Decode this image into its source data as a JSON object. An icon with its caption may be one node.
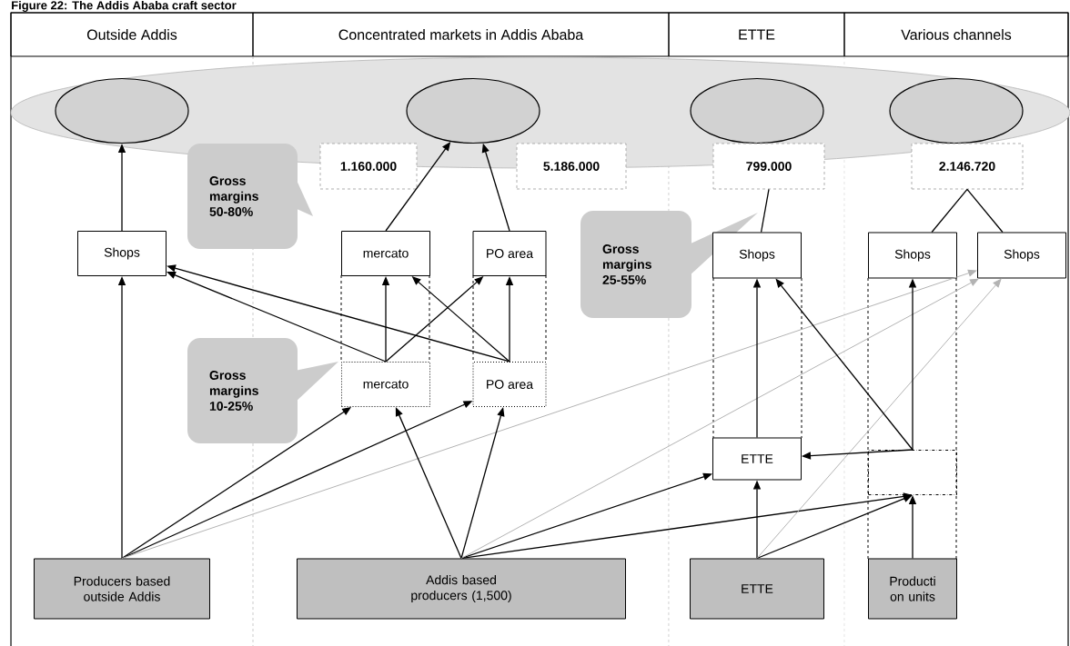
{
  "diagram": {
    "title": "Figure 22: The Addis Ababa craft sector",
    "nodes": [
      {
        "text": [],
        "shape": "ellipse"
      },
      {
        "text": [],
        "shape": "ellipse",
        "in": 0
      },
      {
        "text": [],
        "shape": "ellipse",
        "in": 0
      },
      {
        "text": [],
        "shape": "ellipse",
        "in": 0
      },
      {
        "text": [],
        "shape": "ellipse",
        "in": 0
      },
      {
        "text": [
          "1.160.000"
        ]
      },
      {
        "text": [
          "5.186.000"
        ]
      },
      {
        "text": [
          "799.000"
        ]
      },
      {
        "text": [
          "2.146.720"
        ]
      },
      {
        "text": [
          "Gross margins 50-80%"
        ]
      },
      {
        "text": [
          "Shops"
        ]
      },
      {
        "text": [
          "mercato"
        ]
      },
      {
        "text": [
          "PO area"
        ]
      },
      {
        "text": [
          "Gross margins 25-55%"
        ]
      },
      {
        "text": [
          "Shops"
        ]
      },
      {
        "text": [
          "Shops"
        ]
      },
      {
        "text": [
          "Shops"
        ]
      },
      {
        "text": [
          "Gross margins 10-25%"
        ]
      },
      {
        "text": [
          "mercato"
        ]
      },
      {
        "text": [
          "PO area"
        ]
      },
      {
        "text": [
          "ETTE"
        ]
      },
      {
        "text": [],
        "shape": "box"
      },
      {
        "text": [
          "Producers based outside Addis"
        ]
      },
      {
        "text": [
          "Addis based producers (1,500)"
        ]
      },
      {
        "text": [
          "ETTE"
        ]
      },
      {
        "text": [
          "Producti on units"
        ]
      }
    ],
    "edges": [
      {
        "from": 10,
        "to": 1,
        "arrow": "to"
      },
      {
        "from": 11,
        "to": 2,
        "arrow": "to"
      },
      {
        "from": 12,
        "to": 2,
        "arrow": "to"
      },
      {
        "from": 7,
        "to": 14,
        "arrow": "none"
      },
      {
        "from": 8,
        "to": 15,
        "arrow": "none"
      },
      {
        "from": 8,
        "to": 16,
        "arrow": "none"
      },
      {
        "from": 22,
        "to": 10,
        "arrow": "to"
      },
      {
        "from": 18,
        "to": 10,
        "arrow": "to"
      },
      {
        "from": 19,
        "to": 10,
        "arrow": "to"
      },
      {
        "from": 18,
        "to": 11,
        "arrow": "to"
      },
      {
        "from": 18,
        "to": 12,
        "arrow": "to"
      },
      {
        "from": 19,
        "to": 11,
        "arrow": "to"
      },
      {
        "from": 19,
        "to": 12,
        "arrow": "to"
      },
      {
        "from": 22,
        "to": 18,
        "arrow": "to"
      },
      {
        "from": 22,
        "to": 19,
        "arrow": "to"
      },
      {
        "from": 22,
        "to": 16,
        "arrow": "to",
        "color": "#b3b3b3"
      },
      {
        "from": 23,
        "to": 18,
        "arrow": "to"
      },
      {
        "from": 23,
        "to": 19,
        "arrow": "to"
      },
      {
        "from": 23,
        "to": 20,
        "arrow": "to"
      },
      {
        "from": 23,
        "to": 21,
        "arrow": "to"
      },
      {
        "from": 23,
        "to": 16,
        "arrow": "to",
        "color": "#b3b3b3"
      },
      {
        "from": 24,
        "to": 20,
        "arrow": "to"
      },
      {
        "from": 24,
        "to": 21,
        "arrow": "to"
      },
      {
        "from": 24,
        "to": 16,
        "arrow": "to",
        "color": "#b3b3b3"
      },
      {
        "from": 21,
        "to": 20,
        "arrow": "to"
      },
      {
        "from": 21,
        "to": 14,
        "arrow": "to"
      },
      {
        "from": 21,
        "to": 15,
        "arrow": "to"
      },
      {
        "from": 25,
        "to": 21,
        "arrow": "to"
      },
      {
        "from": 20,
        "to": 14,
        "arrow": "to"
      }
    ],
    "labels": [
      "Outside Addis",
      "Concentrated markets in Addis Ababa",
      "ETTE",
      "Various channels"
    ]
  }
}
